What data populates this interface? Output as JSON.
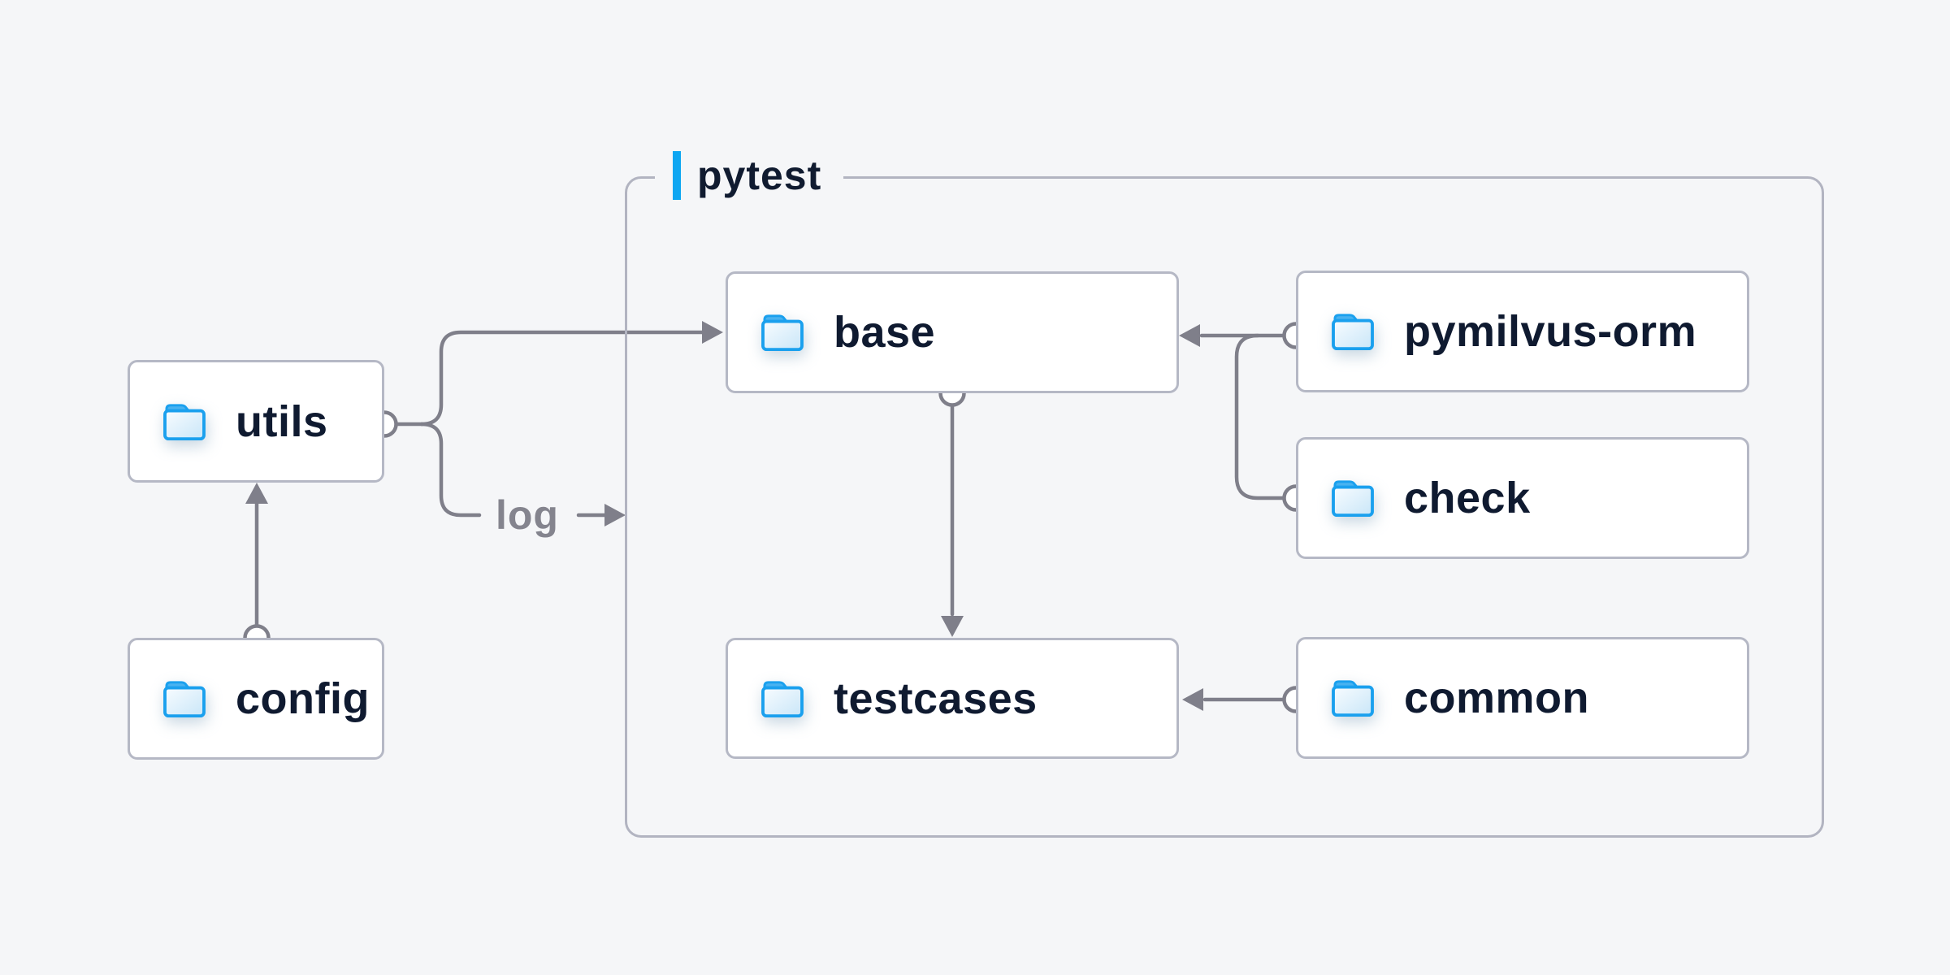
{
  "diagram": {
    "group": {
      "label": "pytest"
    },
    "nodes": [
      {
        "id": "utils",
        "label": "utils",
        "icon": "folder-icon"
      },
      {
        "id": "config",
        "label": "config",
        "icon": "folder-icon"
      },
      {
        "id": "base",
        "label": "base",
        "icon": "folder-icon"
      },
      {
        "id": "testcases",
        "label": "testcases",
        "icon": "folder-icon"
      },
      {
        "id": "pymilvus-orm",
        "label": "pymilvus-orm",
        "icon": "folder-icon"
      },
      {
        "id": "check",
        "label": "check",
        "icon": "folder-icon"
      },
      {
        "id": "common",
        "label": "common",
        "icon": "folder-icon"
      }
    ],
    "edge_labels": {
      "log": "log"
    },
    "edges": [
      {
        "from": "config",
        "to": "utils",
        "style": "circle-to-arrow"
      },
      {
        "from": "utils",
        "to": "base",
        "style": "circle-to-arrow"
      },
      {
        "from": "utils",
        "to": "log",
        "style": "circle-to-label-arrow"
      },
      {
        "from": "pymilvus-orm",
        "to": "base",
        "style": "circle-to-arrow"
      },
      {
        "from": "check",
        "to": "base",
        "style": "circle-to-arrow"
      },
      {
        "from": "base",
        "to": "testcases",
        "style": "circle-to-arrow"
      },
      {
        "from": "common",
        "to": "testcases",
        "style": "circle-to-arrow"
      }
    ],
    "colors": {
      "background": "#f5f6f8",
      "node_fill": "#ffffff",
      "node_border": "#b5b8c5",
      "group_border": "#b2b4c1",
      "node_text": "#0f1a30",
      "edge_gray": "#7f7f8a",
      "edge_label_gray": "#84848e",
      "accent_bar_blue": "#0da6f2",
      "folder_outline_blue": "#1aa0ee",
      "folder_tab_blue": "#49b2f0",
      "folder_body_light": "#f4fafe"
    }
  }
}
